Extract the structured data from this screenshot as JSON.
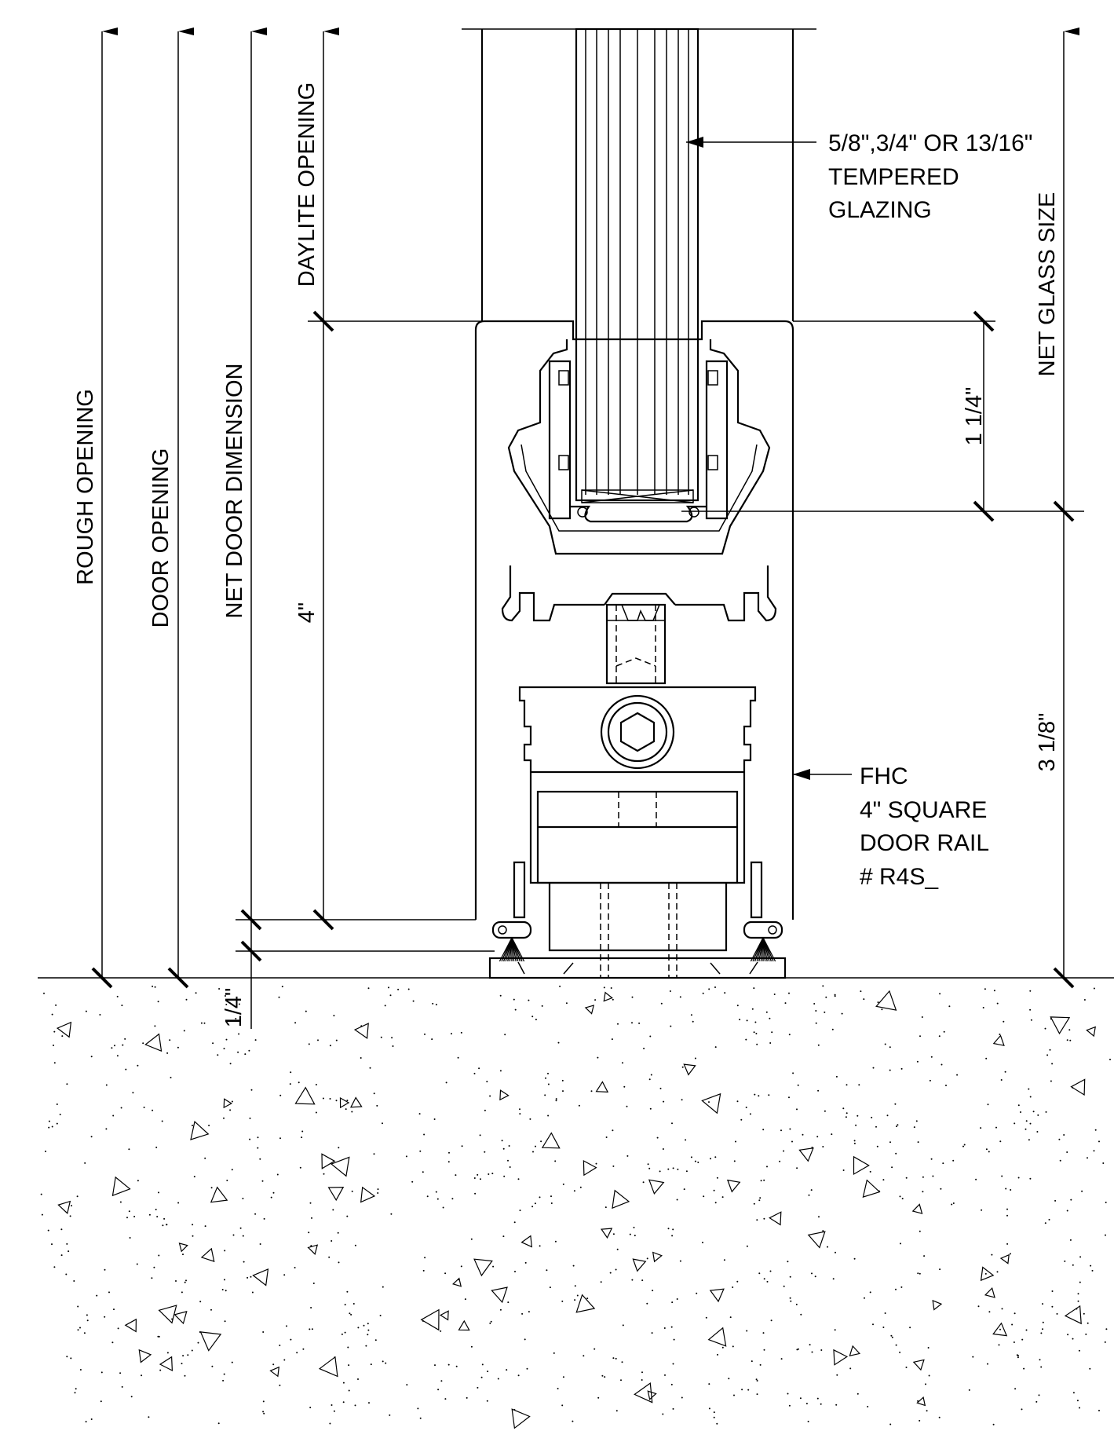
{
  "dimensions": {
    "rough_opening": "ROUGH OPENING",
    "door_opening": "DOOR OPENING",
    "net_door_dimension": "NET DOOR DIMENSION",
    "daylite_opening": "DAYLITE OPENING",
    "net_glass_size": "NET GLASS SIZE",
    "rail_height": "4\"",
    "bottom_gap": "1/4\"",
    "glass_bite": "1 1/4\"",
    "glass_to_floor": "3 1/8\""
  },
  "callouts": {
    "glazing": [
      "5/8\",3/4\" OR 13/16\"",
      "TEMPERED",
      "GLAZING"
    ],
    "door_rail": [
      "FHC",
      "4\" SQUARE",
      "DOOR RAIL",
      "# R4S_"
    ]
  },
  "icons": {
    "floor_hatch": "concrete-aggregate-pattern",
    "sweep": "brush-sweep-icon",
    "bolt": "hex-socket-bolt-icon"
  }
}
